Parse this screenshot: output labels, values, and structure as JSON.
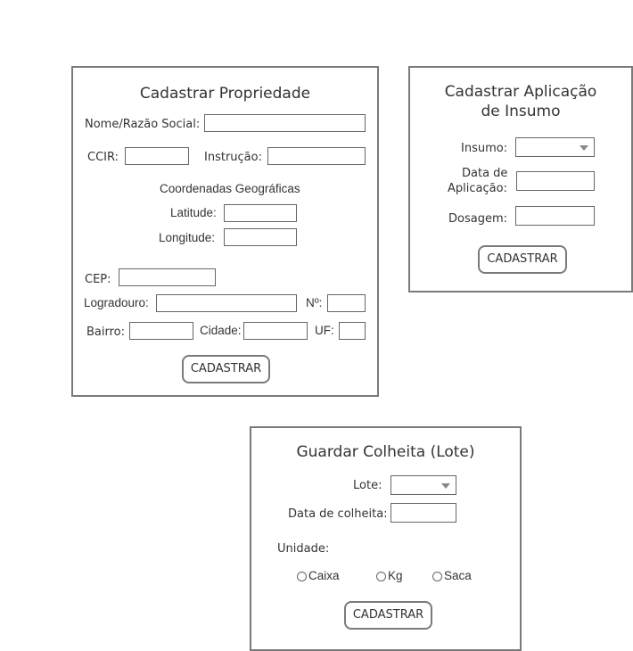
{
  "propriedade": {
    "title": "Cadastrar Propriedade",
    "nome_label": "Nome/Razão Social:",
    "ccir_label": "CCIR:",
    "instrucao_label": "Instrução:",
    "coord_title": "Coordenadas Geográficas",
    "latitude_label": "Latitude:",
    "longitude_label": "Longitude:",
    "cep_label": "CEP:",
    "logradouro_label": "Logradouro:",
    "numero_label": "Nº:",
    "bairro_label": "Bairro:",
    "cidade_label": "Cidade:",
    "uf_label": "UF:",
    "button": "CADASTRAR"
  },
  "aplicacao": {
    "title_line1": "Cadastrar Aplicação",
    "title_line2": "de Insumo",
    "insumo_label": "Insumo:",
    "data_label_line1": "Data de",
    "data_label_line2": "Aplicação:",
    "dosagem_label": "Dosagem:",
    "button": "CADASTRAR"
  },
  "colheita": {
    "title": "Guardar Colheita (Lote)",
    "lote_label": "Lote:",
    "data_label": "Data de colheita:",
    "unidade_label": "Unidade:",
    "options": [
      "Caixa",
      "Kg",
      "Saca"
    ],
    "button": "CADASTRAR"
  }
}
